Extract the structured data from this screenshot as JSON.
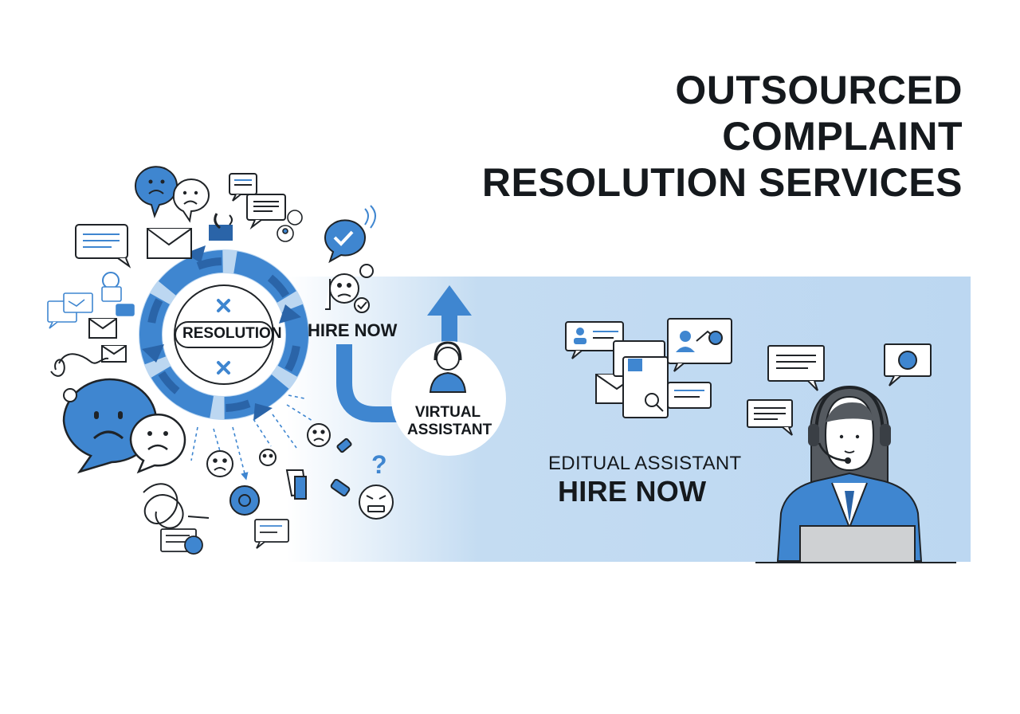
{
  "title": {
    "line1": "OUTSOURCED COMPLAINT",
    "line2": "RESOLUTION SERVICES"
  },
  "labels": {
    "resolution": "RESOLUTION",
    "hire_now_small": "HIRE NOW",
    "virtual_assistant": "VIRTUAL ASSISTANT",
    "editual_assistant": "EDITUAL ASSISTANT",
    "hire_now_large": "HIRE NOW"
  },
  "colors": {
    "accent_blue": "#3f86d0",
    "dark_blue": "#2a64a8",
    "light_blue": "#bcd7f1",
    "outline": "#1f2327"
  },
  "icons": [
    "sad-chat-bubble-icon",
    "speech-bubble-icon",
    "envelope-icon",
    "phone-icon",
    "check-chat-bubble-icon",
    "cycle-arrows-icon",
    "up-arrow-icon",
    "headset-agent-icon",
    "profile-card-icon",
    "laptop-icon",
    "question-mark-icon"
  ]
}
